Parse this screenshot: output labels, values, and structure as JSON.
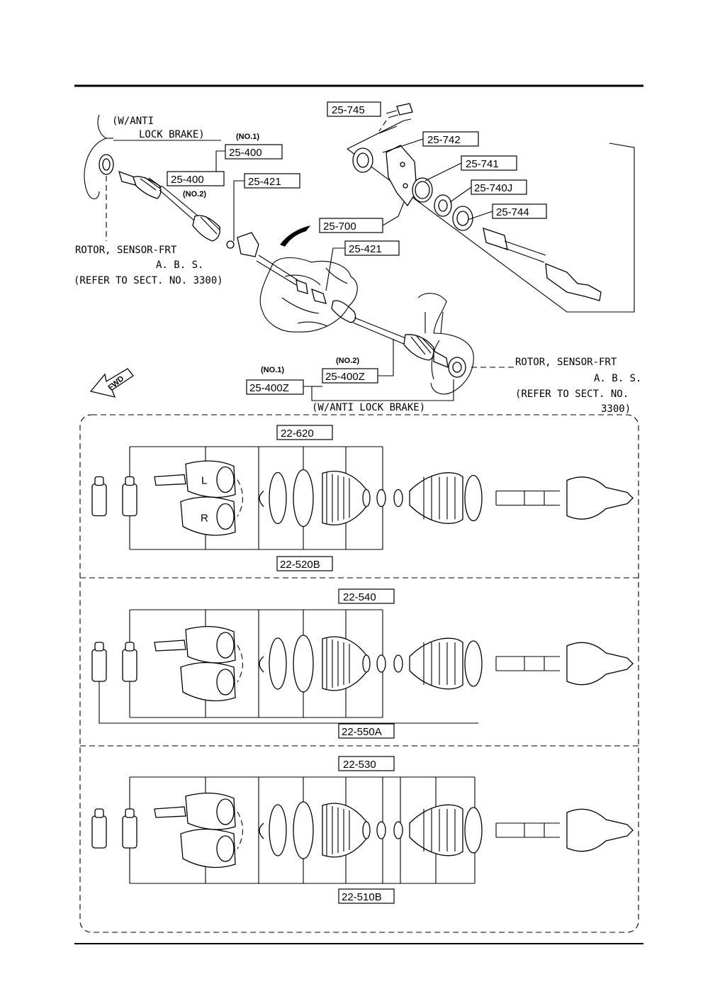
{
  "notes": {
    "abs_top": "(W/ANTI",
    "abs_top2": "LOCK BRAKE)",
    "no1": "(NO.1)",
    "no2": "(NO.2)",
    "rotor_left_1": "ROTOR, SENSOR-FRT",
    "rotor_left_2": "A. B. S.",
    "rotor_left_3": "(REFER TO SECT. NO. 3300)",
    "rotor_right_1": "ROTOR, SENSOR-FRT",
    "rotor_right_2": "A. B. S.",
    "rotor_right_3": "(REFER TO SECT. NO.",
    "rotor_right_4": "3300)",
    "no1_bottom": "(NO.1)",
    "no2_bottom": "(NO.2)",
    "abs_bottom": "(W/ANTI LOCK BRAKE)",
    "fwd": "FWD"
  },
  "parts": {
    "p25_745": "25-745",
    "p25_742": "25-742",
    "p25_741": "25-741",
    "p25_740j": "25-740J",
    "p25_744": "25-744",
    "p25_700": "25-700",
    "p25_400_no1": "25-400",
    "p25_400_no2": "25-400",
    "p25_421_a": "25-421",
    "p25_421_b": "25-421",
    "p25_400z_no2": "25-400Z",
    "p25_400z_no1": "25-400Z",
    "p22_620": "22-620",
    "p22_520b": "22-520B",
    "p22_540": "22-540",
    "p22_550a": "22-550A",
    "p22_530": "22-530",
    "p22_510b": "22-510B"
  },
  "joint_marks": {
    "left": "L",
    "right": "R"
  }
}
